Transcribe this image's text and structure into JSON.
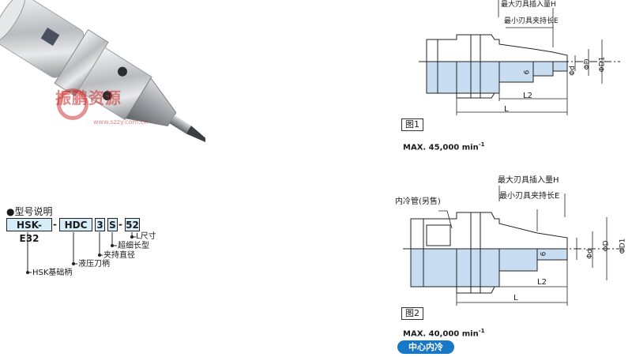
{
  "photo": {
    "watermark": "振鹏资源",
    "watermark_url": "www.szzy.com.cn"
  },
  "model": {
    "title": "●型号说明",
    "codes": [
      "HSK-E32",
      "HDC",
      "3",
      "S",
      "52"
    ],
    "separators": [
      "-",
      "-"
    ],
    "descriptions": {
      "l_size": "L尺寸",
      "ultra_thin": "超细长型",
      "clamp_dia": "夹持直径",
      "hydraulic": "液压刀柄",
      "hsk_base": "HSK基础柄"
    }
  },
  "figure1": {
    "label": "图1",
    "max_insert": "最大刃具插入量H",
    "min_clamp": "最小刃具夹持长E",
    "dim_d": "Φd",
    "dim_D": "ΦD",
    "dim_D1": "ΦD1",
    "dim_6": "6",
    "dim_L2": "L2",
    "dim_L": "L",
    "speed_prefix": "MAX. 45,000 min",
    "speed_exp": "-1"
  },
  "figure2": {
    "label": "图2",
    "coolant_tube": "内冷管(另售)",
    "max_insert": "最大刃具插入量H",
    "min_clamp": "最小刃具夹持长E",
    "dim_d": "Φd",
    "dim_D": "ΦD",
    "dim_D1": "ΦD1",
    "dim_6": "6",
    "dim_L2": "L2",
    "dim_L": "L",
    "speed_prefix": "MAX. 40,000 min",
    "speed_exp": "-1",
    "badge": "中心内冷"
  },
  "colors": {
    "section_fill": "#c8dcf2",
    "box_fill": "#d6ecf6",
    "badge": "#1777c8",
    "watermark": "#c82828"
  }
}
